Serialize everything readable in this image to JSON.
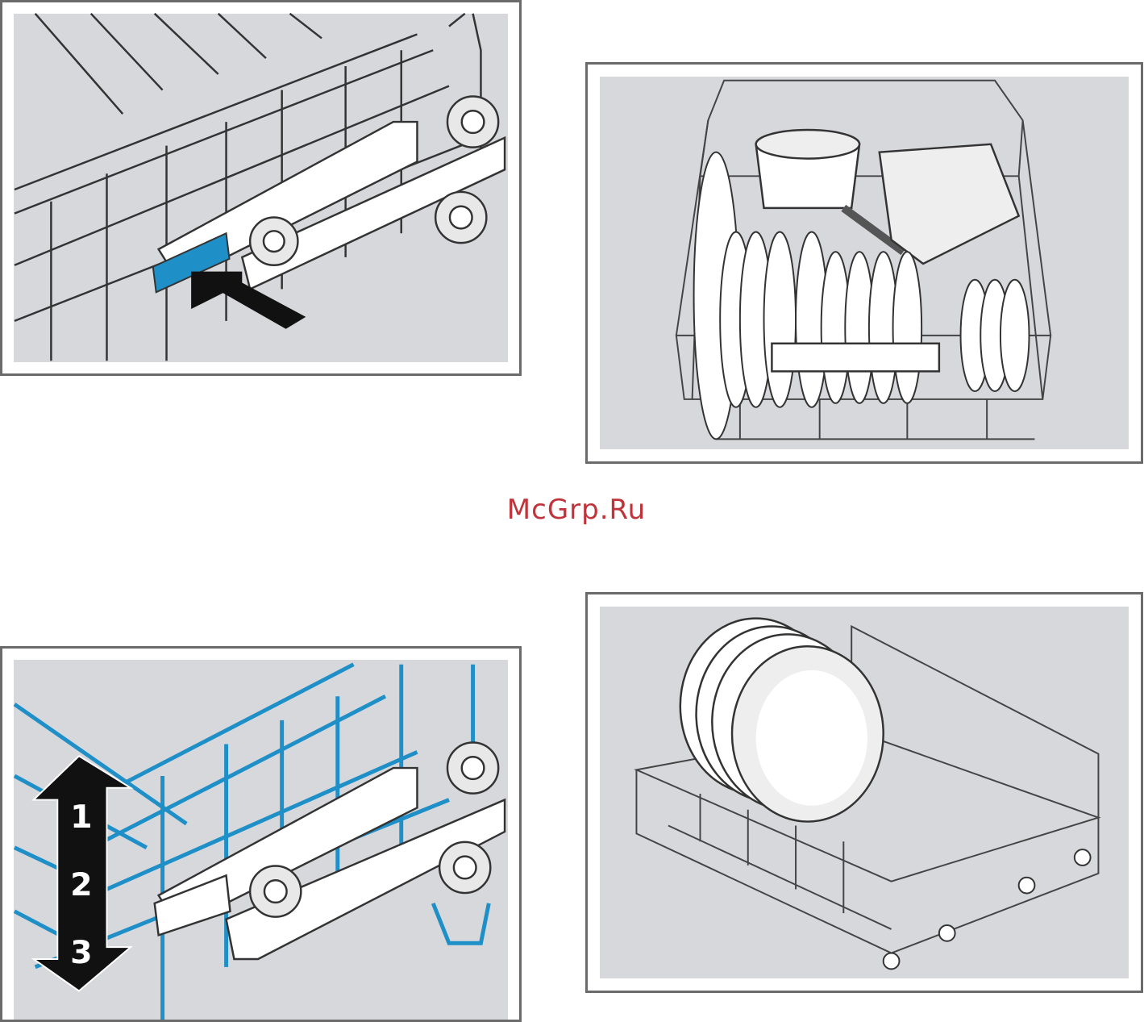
{
  "watermark": {
    "text": "McGrp.Ru",
    "color": "#c0333a"
  },
  "colors": {
    "frame": "#6b6b6b",
    "panel_background": "#d7d8dc",
    "accent_blue": "#1f8fc7",
    "arrow": "#111111"
  },
  "figures": [
    {
      "id": "rack-release-lever",
      "icons": [
        "rack-wire-icon",
        "wheel-icon",
        "blue-lever-icon",
        "push-arrow-icon"
      ]
    },
    {
      "id": "basket-loaded-with-dishes",
      "icons": [
        "upper-basket-icon",
        "pot-icon",
        "dish-icon",
        "plate-icon"
      ]
    },
    {
      "id": "rack-height-adjustment",
      "steps": [
        "1",
        "2",
        "3"
      ],
      "icons": [
        "rack-wire-icon",
        "wheel-icon",
        "updown-arrow-icon"
      ]
    },
    {
      "id": "lower-basket-with-plates",
      "icons": [
        "lower-basket-icon",
        "plate-icon"
      ]
    }
  ]
}
